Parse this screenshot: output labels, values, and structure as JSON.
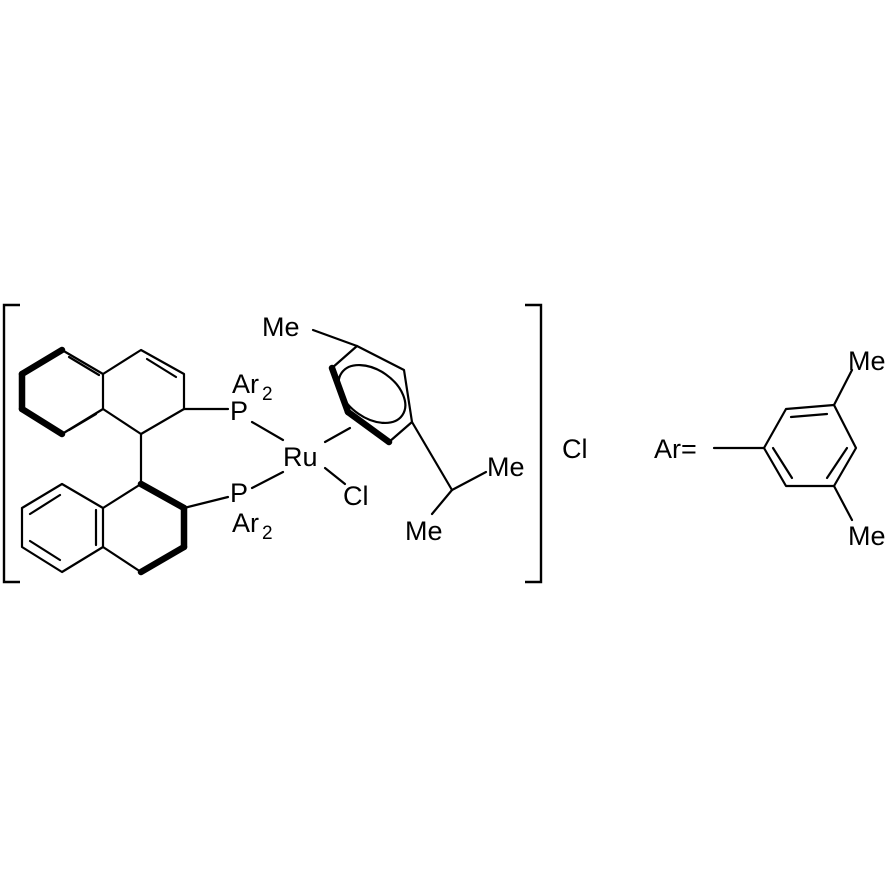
{
  "atoms": {
    "me_toluene": "Me",
    "p_upper": "P",
    "p_lower": "P",
    "ar_upper": "Ar",
    "ar_upper_sub": "2",
    "ar_lower": "Ar",
    "ar_lower_sub": "2",
    "ru": "Ru",
    "cl_ligand": "Cl",
    "me_isopropyl_right": "Me",
    "me_isopropyl_lower": "Me"
  },
  "counterion": "Cl",
  "legend": {
    "ar_label": "Ar=",
    "me_top": "Me",
    "me_bottom": "Me"
  }
}
